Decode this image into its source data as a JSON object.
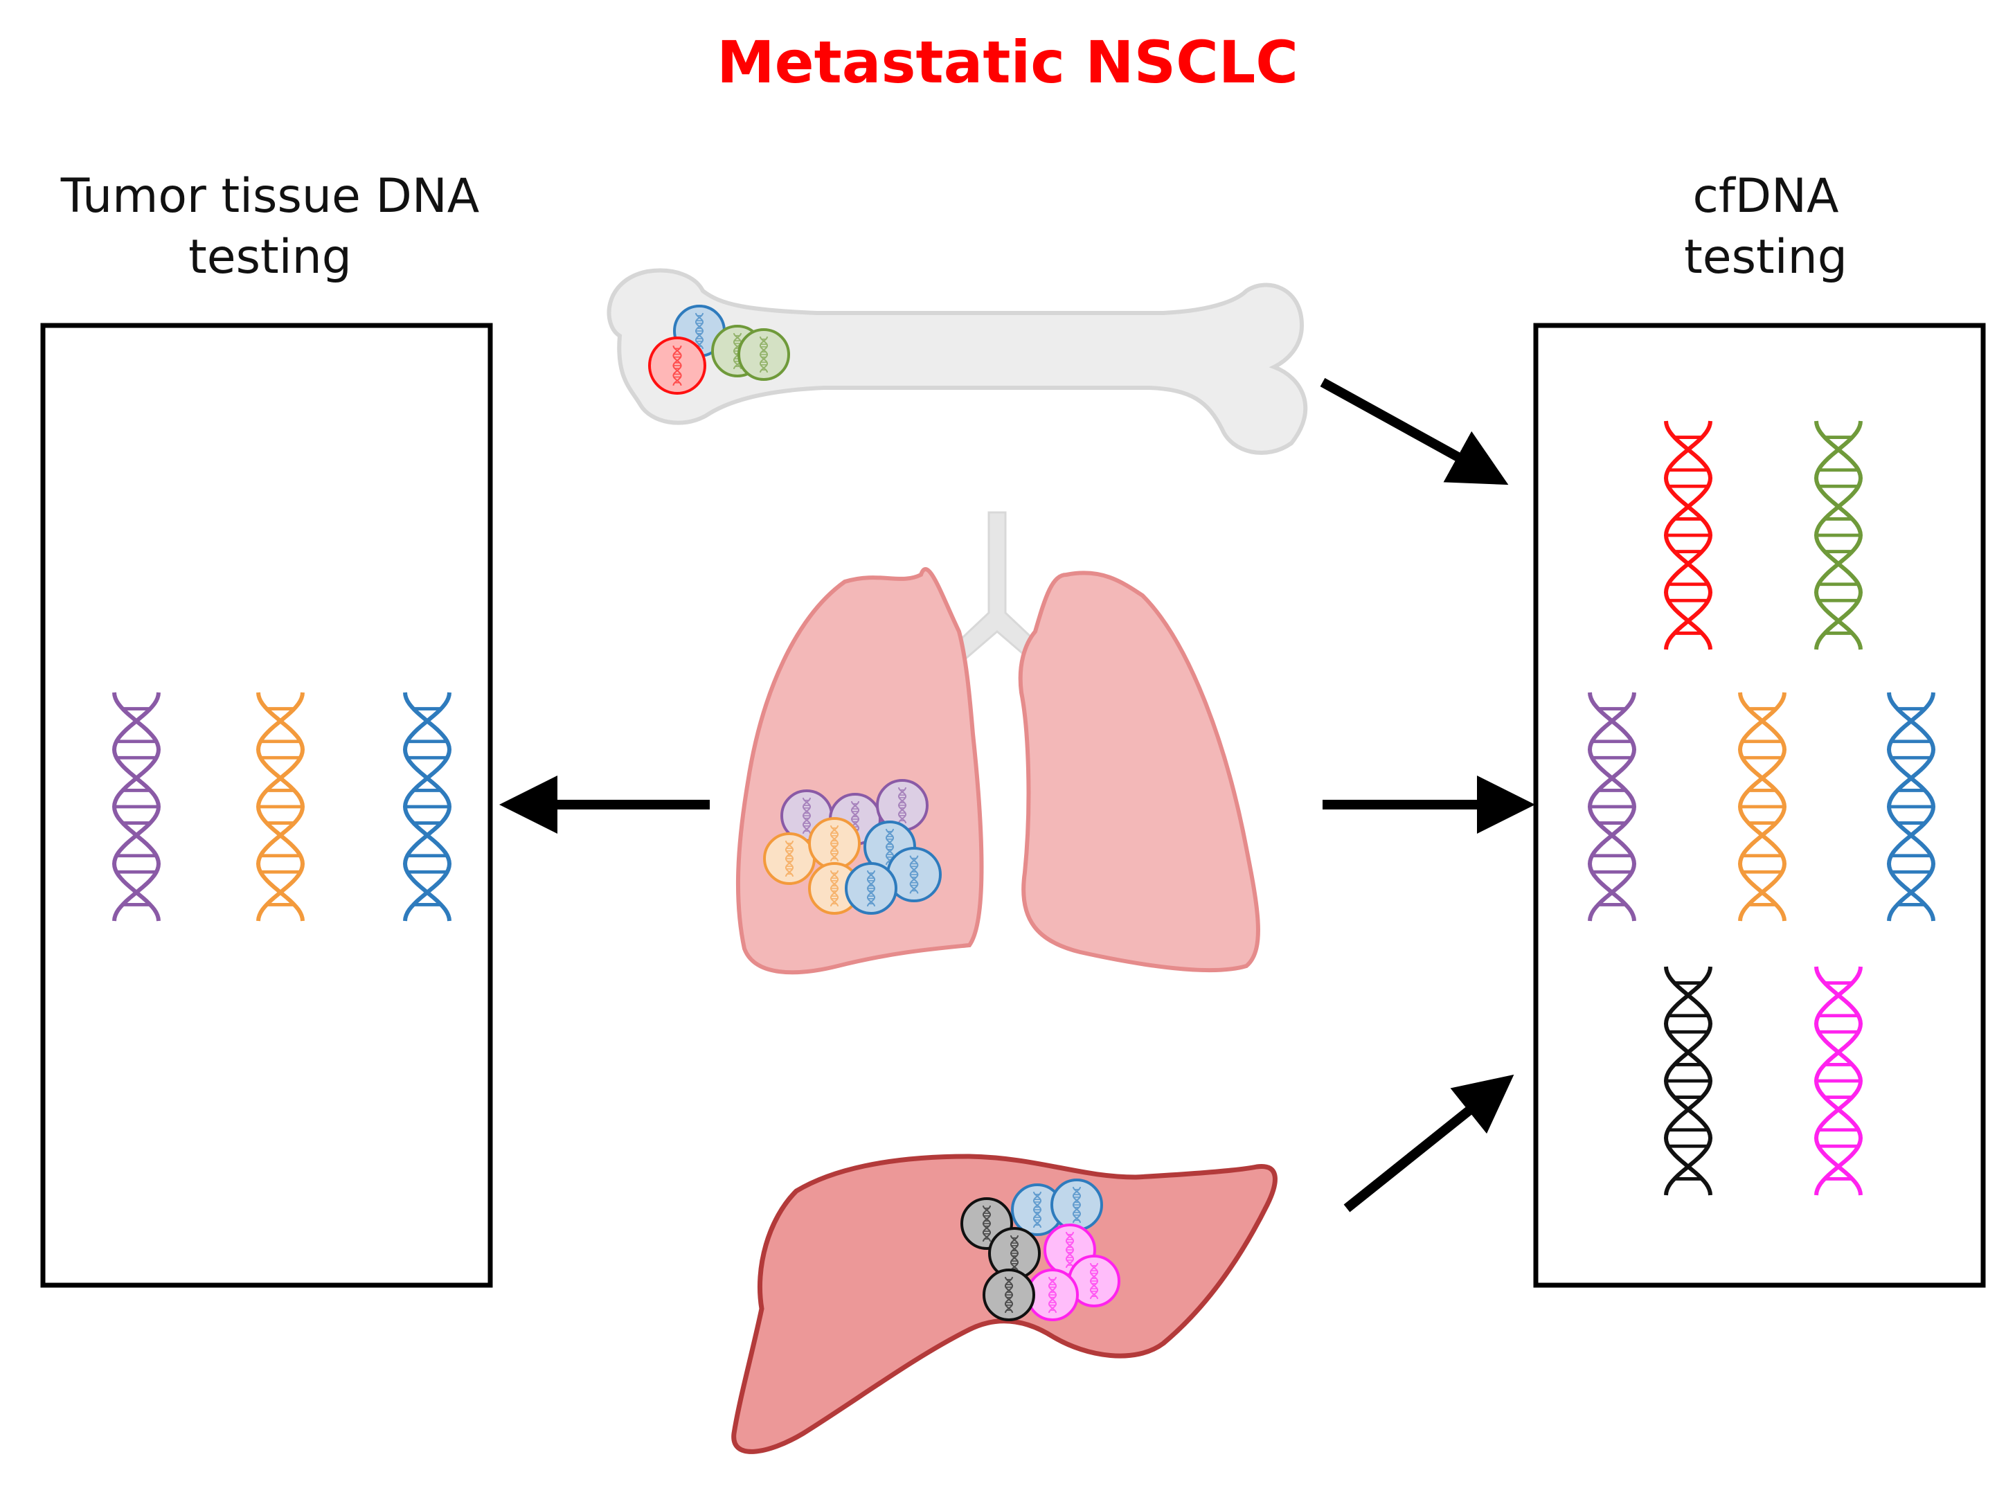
{
  "title": "Metastatic NSCLC",
  "left_panel": {
    "label": "Tumor tissue DNA\ntesting"
  },
  "right_panel": {
    "label": "cfDNA\ntesting"
  },
  "colors": {
    "title": "#ff0000",
    "dna_purple": "#8a5aa6",
    "dna_orange": "#f39a3c",
    "dna_blue": "#2e7bbd",
    "dna_red": "#ff1010",
    "dna_green": "#6f9a3a",
    "dna_black": "#111111",
    "dna_magenta": "#ff22ee",
    "bone": "#ececec",
    "lung": "#f3b8b8",
    "liver": "#ec9898"
  }
}
